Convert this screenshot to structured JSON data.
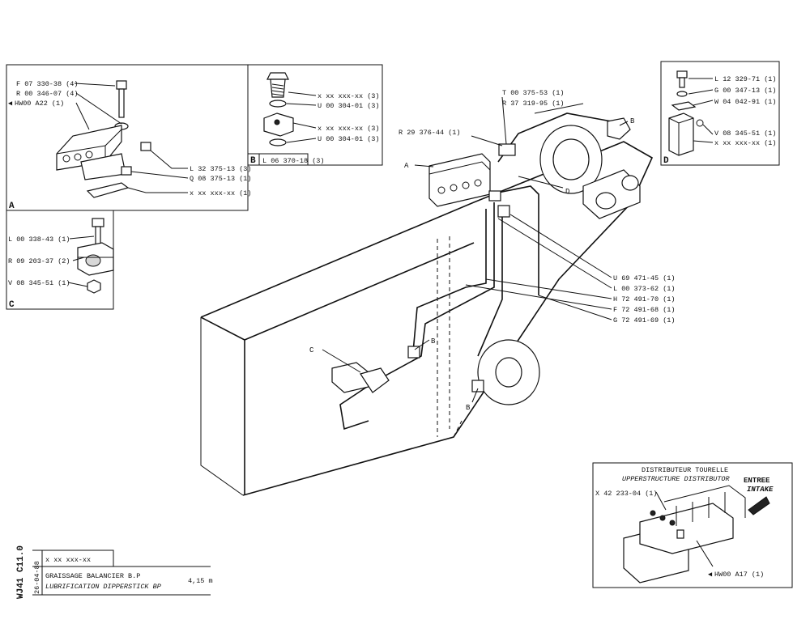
{
  "inset_a": {
    "tag": "A",
    "parts": [
      "F 07 330-38 (4)",
      "R 00 346-07 (4)",
      "HW00 A22 (1)",
      "L 32 375-13 (3)",
      "Q 08 375-13 (1)",
      "x xx xxx-xx (1)"
    ]
  },
  "inset_b": {
    "tag": "B",
    "ref": "L 06 370-18 (3)",
    "parts": [
      "x xx xxx-xx (3)",
      "U 00 304-01 (3)",
      "x xx xxx-xx (3)",
      "U 00 304-01 (3)"
    ]
  },
  "inset_c": {
    "tag": "C",
    "parts": [
      "L 00 338-43 (1)",
      "R 09 203-37 (2)",
      "V 08 345-51 (1)"
    ]
  },
  "inset_d": {
    "tag": "D",
    "parts": [
      "L 12 329-71 (1)",
      "G 00 347-13 (1)",
      "W 04 042-91 (1)",
      "V 08 345-51 (1)",
      "x xx xxx-xx (1)"
    ]
  },
  "main": {
    "top_parts": [
      "T 00 375-53 (1)",
      "R 37 319-95 (1)",
      "R 29 376-44 (1)"
    ],
    "right_parts": [
      "U 69 471-45 (1)",
      "L 00 373-62 (1)",
      "H 72 491-70 (1)",
      "F 72 491-68 (1)",
      "G 72 491-69 (1)"
    ],
    "callouts": {
      "a": "A",
      "b1": "B",
      "b2": "B",
      "b3": "B",
      "c": "C",
      "d": "D"
    }
  },
  "distributor": {
    "title_fr": "DISTRIBUTEUR TOURELLE",
    "title_en": "UPPERSTRUCTURE DISTRIBUTOR",
    "part1": "X 42 233-04 (1)",
    "part2": "HW00 A17 (1)",
    "intake_fr": "ENTREE",
    "intake_en": "INTAKE"
  },
  "title_block": {
    "doc_code": "WJ41 C11.0",
    "date": "26-04-88",
    "ref": "x xx xxx-xx",
    "title_fr": "GRAISSAGE BALANCIER  B.P",
    "title_en": "LUBRIFICATION DIPPERSTICK BP",
    "size": "4,15 m"
  }
}
